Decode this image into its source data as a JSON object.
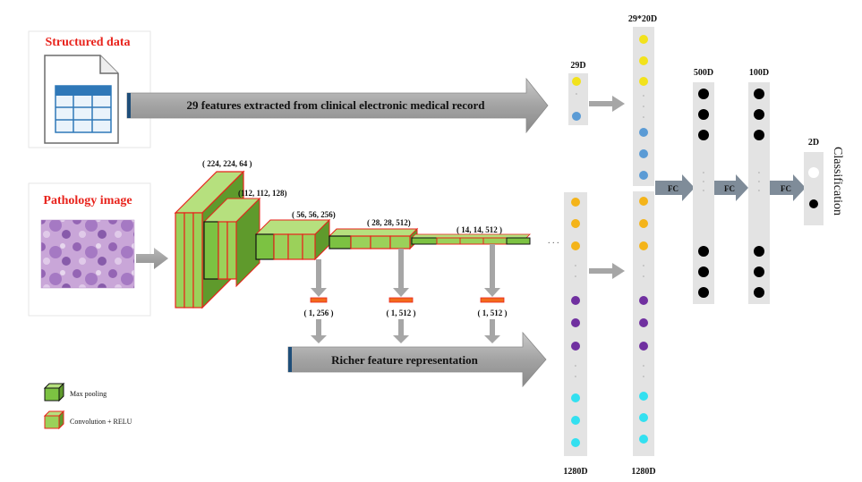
{
  "inputs": {
    "structured": {
      "title": "Structured data",
      "icon": "spreadsheet-document-icon"
    },
    "pathology": {
      "title": "Pathology image",
      "icon": "histology-slide-image"
    }
  },
  "arrows": {
    "structured_label": "29 features extracted from clinical electronic medical record",
    "richer_label": "Richer feature representation"
  },
  "cnn": {
    "stage_labels": [
      "( 224, 224, 64 )",
      "(112, 112, 128)",
      "( 56, 56, 256)",
      "( 28, 28, 512)",
      "( 14, 14, 512 )"
    ],
    "dots": ". . .",
    "branch_labels": [
      "( 1, 256 )",
      "( 1, 512 )",
      "( 1, 512 )"
    ]
  },
  "legend": {
    "max_pooling": "Max pooling",
    "conv_relu": "Convolution + RELU"
  },
  "vectors": {
    "v29": "29D",
    "v29x20": "29*20D",
    "v1280a": "1280D",
    "v1280b": "1280D",
    "v500": "500D",
    "v100": "100D",
    "v2": "2D"
  },
  "fc_label": "FC",
  "output_label": "Classification",
  "colors": {
    "conv_fill": "#9bd15a",
    "conv_stroke": "#e8231c",
    "pool_fill": "#7cc242",
    "title_red": "#e8231c",
    "arrow_fill": "#a6a6a6",
    "column_fill": "#e3e3e3",
    "yellow": "#f2e21c",
    "blue": "#5b9bd5",
    "orange": "#f4b41a",
    "purple": "#7030a0",
    "cyan": "#33e0f0",
    "black": "#000000"
  }
}
